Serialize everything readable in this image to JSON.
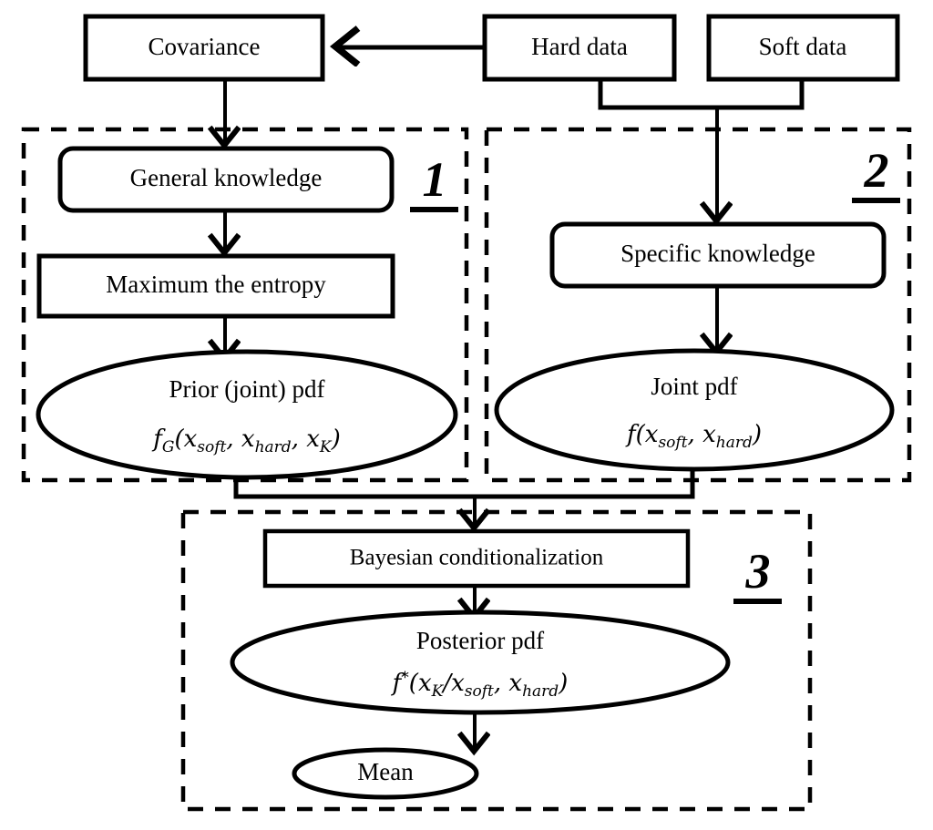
{
  "diagram": {
    "title": "Bayesian Maximum Entropy flowchart",
    "colors": {
      "stroke": "#000000",
      "fill": "#ffffff"
    },
    "nodes": {
      "covariance": "Covariance",
      "hard_data": "Hard data",
      "soft_data": "Soft data",
      "general_knowledge": "General knowledge",
      "maximum_entropy": "Maximum the entropy",
      "specific_knowledge": "Specific knowledge",
      "bayesian_conditionalization": "Bayesian conditionalization",
      "prior_pdf_title": "Prior (joint) pdf",
      "joint_pdf_title": "Joint pdf",
      "posterior_pdf_title": "Posterior pdf",
      "mean": "Mean"
    },
    "formulas": {
      "prior": {
        "fn": "f",
        "fn_sub": "G",
        "open": "(",
        "args": [
          {
            "base": "x",
            "sub": "soft"
          },
          {
            "base": "x",
            "sub": "hard"
          },
          {
            "base": "x",
            "sub": "K"
          }
        ],
        "close": ")",
        "plain": "f_G(x_soft, x_hard, x_K)"
      },
      "joint": {
        "fn": "f",
        "fn_sub": "",
        "open": "(",
        "args": [
          {
            "base": "x",
            "sub": "soft"
          },
          {
            "base": "x",
            "sub": "hard"
          }
        ],
        "close": ")",
        "plain": "f(x_soft, x_hard)"
      },
      "posterior": {
        "fn": "f",
        "fn_sup": "*",
        "open": "(",
        "conditioned": {
          "base": "x",
          "sub": "K"
        },
        "separator": "/",
        "given": [
          {
            "base": "x",
            "sub": "soft"
          },
          {
            "base": "x",
            "sub": "hard"
          }
        ],
        "close": ")",
        "plain": "f*(x_K / x_soft, x_hard)"
      }
    },
    "groups": [
      {
        "id": "group-1",
        "number": "1"
      },
      {
        "id": "group-2",
        "number": "2"
      },
      {
        "id": "group-3",
        "number": "3"
      }
    ]
  }
}
